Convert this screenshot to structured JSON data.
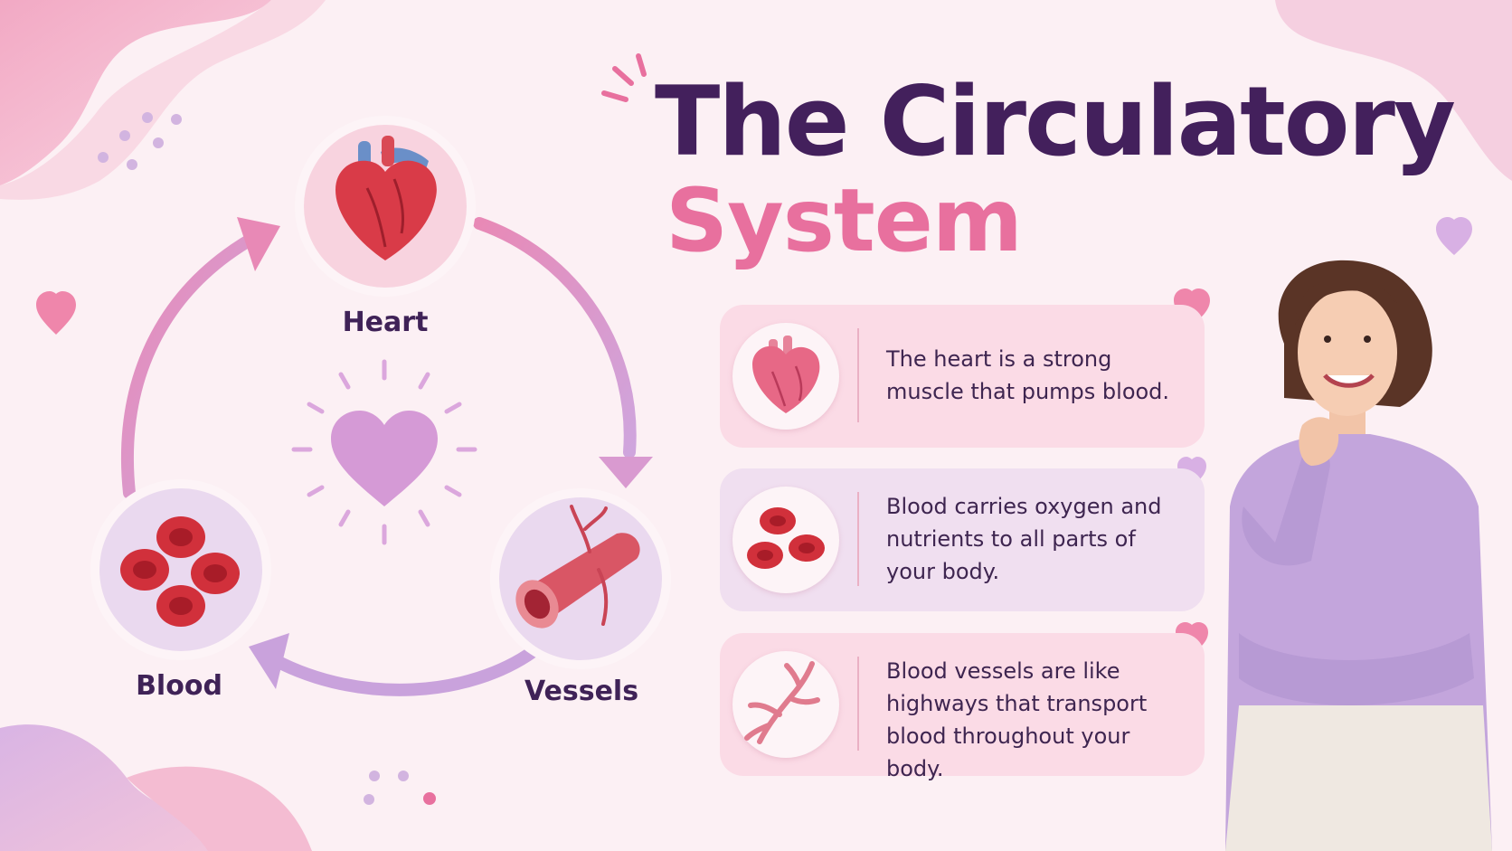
{
  "title": {
    "line1": "The Circulatory",
    "line2": "System"
  },
  "cycle": {
    "nodes": [
      {
        "label": "Heart",
        "icon": "heart-organ-icon"
      },
      {
        "label": "Vessels",
        "icon": "blood-vessel-icon"
      },
      {
        "label": "Blood",
        "icon": "red-blood-cells-icon"
      }
    ],
    "center_icon": "radiant-heart-icon"
  },
  "facts": [
    {
      "text": "The heart is a strong muscle that pumps blood.",
      "icon": "heart-organ-icon"
    },
    {
      "text": "Blood carries oxygen and nutrients to all parts of your body.",
      "icon": "red-blood-cells-icon"
    },
    {
      "text": "Blood vessels are like highways that transport blood throughout your body.",
      "icon": "blood-vessel-branch-icon"
    }
  ],
  "colors": {
    "background": "#fcf0f4",
    "title_dark": "#43205c",
    "title_pink": "#e8709e",
    "arrow_pink": "#e888b6",
    "arrow_lilac": "#c9a2dc",
    "heart_red": "#d93b48",
    "center_heart": "#d59ad6",
    "card_pink": "#fbdbe6",
    "card_lilac": "#f0dff0"
  }
}
